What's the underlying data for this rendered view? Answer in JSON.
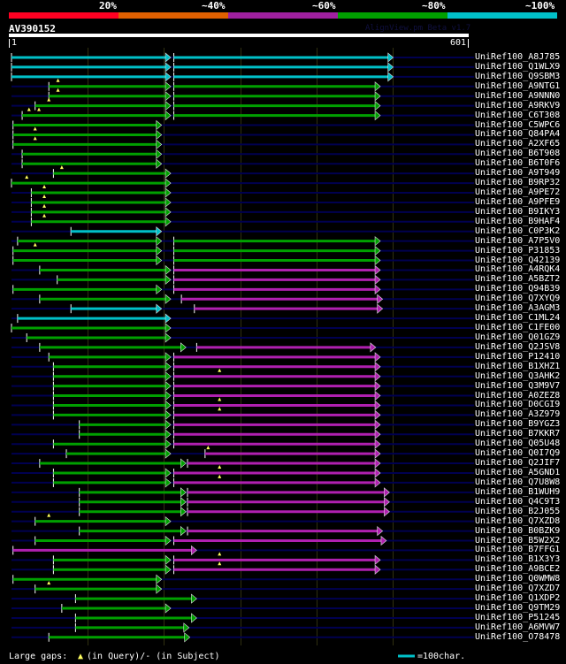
{
  "scale": {
    "labels": [
      "20%",
      "~40%",
      "~60%",
      "~80%",
      "~100%"
    ],
    "colors": [
      "#ff0022",
      "#e06000",
      "#a020a0",
      "#00a000",
      "#00c0c8"
    ]
  },
  "query": {
    "name": "AV390152",
    "start": "1",
    "end": "601",
    "length": 601
  },
  "watermark": "AlignView.pm Beta v1.7",
  "colors": {
    "c": "#00c0c8",
    "g": "#00a000",
    "m": "#b020b0",
    "marker": "#ffff60",
    "track": "#000050",
    "grid": "#303010"
  },
  "legend": {
    "gaps_label": "Large gaps:",
    "gaps_text": "(in Query)/- (in Subject)",
    "scale_text": "=100char."
  },
  "hits": [
    {
      "name": "UniRef100_A8J785",
      "segs": [
        [
          1,
          210,
          "c"
        ],
        [
          214,
          502,
          "c"
        ]
      ],
      "gaps": []
    },
    {
      "name": "UniRef100_Q1WLX9",
      "segs": [
        [
          1,
          210,
          "c"
        ],
        [
          214,
          502,
          "c"
        ]
      ],
      "gaps": []
    },
    {
      "name": "UniRef100_Q9SBM3",
      "segs": [
        [
          1,
          210,
          "c"
        ],
        [
          214,
          502,
          "c"
        ]
      ],
      "gaps": []
    },
    {
      "name": "UniRef100_A9NTG1",
      "segs": [
        [
          50,
          210,
          "g"
        ],
        [
          214,
          485,
          "g"
        ]
      ],
      "gaps": [
        62
      ]
    },
    {
      "name": "UniRef100_A9NNN0",
      "segs": [
        [
          50,
          210,
          "g"
        ],
        [
          214,
          485,
          "g"
        ]
      ],
      "gaps": [
        62
      ]
    },
    {
      "name": "UniRef100_A9RKV9",
      "segs": [
        [
          32,
          210,
          "g"
        ],
        [
          214,
          485,
          "g"
        ]
      ],
      "gaps": [
        50
      ]
    },
    {
      "name": "UniRef100_C6T308",
      "segs": [
        [
          15,
          210,
          "g"
        ],
        [
          214,
          485,
          "g"
        ]
      ],
      "gaps": [
        24,
        37
      ]
    },
    {
      "name": "UniRef100_C5WPC6",
      "segs": [
        [
          3,
          198,
          "g"
        ]
      ],
      "gaps": []
    },
    {
      "name": "UniRef100_Q84PA4",
      "segs": [
        [
          3,
          198,
          "g"
        ]
      ],
      "gaps": [
        32
      ]
    },
    {
      "name": "UniRef100_A2XF65",
      "segs": [
        [
          3,
          198,
          "g"
        ]
      ],
      "gaps": [
        32
      ]
    },
    {
      "name": "UniRef100_B6T908",
      "segs": [
        [
          15,
          198,
          "g"
        ]
      ],
      "gaps": []
    },
    {
      "name": "UniRef100_B6T0F6",
      "segs": [
        [
          15,
          198,
          "g"
        ]
      ],
      "gaps": []
    },
    {
      "name": "UniRef100_A9T949",
      "segs": [
        [
          56,
          210,
          "g"
        ]
      ],
      "gaps": [
        67
      ]
    },
    {
      "name": "UniRef100_B9RP32",
      "segs": [
        [
          1,
          210,
          "g"
        ]
      ],
      "gaps": [
        21
      ]
    },
    {
      "name": "UniRef100_A9PE72",
      "segs": [
        [
          27,
          210,
          "g"
        ]
      ],
      "gaps": [
        44
      ]
    },
    {
      "name": "UniRef100_A9PFE9",
      "segs": [
        [
          27,
          210,
          "g"
        ]
      ],
      "gaps": [
        44
      ]
    },
    {
      "name": "UniRef100_B9IKY3",
      "segs": [
        [
          27,
          210,
          "g"
        ]
      ],
      "gaps": [
        44
      ]
    },
    {
      "name": "UniRef100_B9HAF4",
      "segs": [
        [
          27,
          210,
          "g"
        ]
      ],
      "gaps": [
        44
      ]
    },
    {
      "name": "UniRef100_C0P3K2",
      "segs": [
        [
          79,
          198,
          "c"
        ]
      ],
      "gaps": []
    },
    {
      "name": "UniRef100_A7P5V0",
      "segs": [
        [
          9,
          198,
          "g"
        ],
        [
          214,
          485,
          "g"
        ]
      ],
      "gaps": []
    },
    {
      "name": "UniRef100_P31853",
      "segs": [
        [
          3,
          198,
          "g"
        ],
        [
          214,
          485,
          "g"
        ]
      ],
      "gaps": [
        32
      ]
    },
    {
      "name": "UniRef100_Q42139",
      "segs": [
        [
          3,
          198,
          "g"
        ],
        [
          214,
          485,
          "g"
        ]
      ],
      "gaps": []
    },
    {
      "name": "UniRef100_A4RQK4",
      "segs": [
        [
          38,
          210,
          "g"
        ],
        [
          214,
          485,
          "m"
        ]
      ],
      "gaps": []
    },
    {
      "name": "UniRef100_A5BZT2",
      "segs": [
        [
          61,
          210,
          "g"
        ],
        [
          214,
          485,
          "m"
        ]
      ],
      "gaps": []
    },
    {
      "name": "UniRef100_Q94B39",
      "segs": [
        [
          3,
          198,
          "g"
        ],
        [
          214,
          485,
          "m"
        ]
      ],
      "gaps": []
    },
    {
      "name": "UniRef100_Q7XYQ9",
      "segs": [
        [
          38,
          210,
          "g"
        ],
        [
          224,
          488,
          "m"
        ]
      ],
      "gaps": []
    },
    {
      "name": "UniRef100_A3AGM3",
      "segs": [
        [
          79,
          198,
          "c"
        ],
        [
          241,
          488,
          "m"
        ]
      ],
      "gaps": []
    },
    {
      "name": "UniRef100_C1ML24",
      "segs": [
        [
          9,
          210,
          "c"
        ]
      ],
      "gaps": []
    },
    {
      "name": "UniRef100_C1FE00",
      "segs": [
        [
          1,
          210,
          "g"
        ]
      ],
      "gaps": []
    },
    {
      "name": "UniRef100_Q01GZ9",
      "segs": [
        [
          21,
          210,
          "g"
        ]
      ],
      "gaps": []
    },
    {
      "name": "UniRef100_Q2JSV8",
      "segs": [
        [
          38,
          230,
          "g"
        ],
        [
          244,
          479,
          "m"
        ]
      ],
      "gaps": []
    },
    {
      "name": "UniRef100_P12410",
      "segs": [
        [
          50,
          210,
          "g"
        ],
        [
          214,
          485,
          "m"
        ]
      ],
      "gaps": []
    },
    {
      "name": "UniRef100_B1XHZ1",
      "segs": [
        [
          56,
          210,
          "g"
        ],
        [
          214,
          485,
          "m"
        ]
      ],
      "gaps": []
    },
    {
      "name": "UniRef100_Q3AHK2",
      "segs": [
        [
          56,
          210,
          "g"
        ],
        [
          214,
          485,
          "m"
        ]
      ],
      "gaps": [
        274
      ]
    },
    {
      "name": "UniRef100_Q3M9V7",
      "segs": [
        [
          56,
          210,
          "g"
        ],
        [
          214,
          485,
          "m"
        ]
      ],
      "gaps": []
    },
    {
      "name": "UniRef100_A0ZEZ8",
      "segs": [
        [
          56,
          210,
          "g"
        ],
        [
          214,
          485,
          "m"
        ]
      ],
      "gaps": []
    },
    {
      "name": "UniRef100_D0CGI9",
      "segs": [
        [
          56,
          210,
          "g"
        ],
        [
          214,
          485,
          "m"
        ]
      ],
      "gaps": [
        274
      ]
    },
    {
      "name": "UniRef100_A3Z979",
      "segs": [
        [
          56,
          210,
          "g"
        ],
        [
          214,
          485,
          "m"
        ]
      ],
      "gaps": [
        274
      ]
    },
    {
      "name": "UniRef100_B9YGZ3",
      "segs": [
        [
          90,
          210,
          "g"
        ],
        [
          214,
          485,
          "m"
        ]
      ],
      "gaps": []
    },
    {
      "name": "UniRef100_B7KKR7",
      "segs": [
        [
          90,
          210,
          "g"
        ],
        [
          214,
          485,
          "m"
        ]
      ],
      "gaps": []
    },
    {
      "name": "UniRef100_Q05U48",
      "segs": [
        [
          56,
          210,
          "g"
        ],
        [
          214,
          485,
          "m"
        ]
      ],
      "gaps": []
    },
    {
      "name": "UniRef100_Q0I7Q9",
      "segs": [
        [
          73,
          210,
          "g"
        ],
        [
          255,
          485,
          "m"
        ]
      ],
      "gaps": [
        259
      ]
    },
    {
      "name": "UniRef100_Q2JIF7",
      "segs": [
        [
          38,
          230,
          "g"
        ],
        [
          232,
          485,
          "m"
        ]
      ],
      "gaps": []
    },
    {
      "name": "UniRef100_A5GND1",
      "segs": [
        [
          56,
          210,
          "g"
        ],
        [
          214,
          485,
          "m"
        ]
      ],
      "gaps": [
        274
      ]
    },
    {
      "name": "UniRef100_Q7U8W8",
      "segs": [
        [
          56,
          210,
          "g"
        ],
        [
          214,
          485,
          "m"
        ]
      ],
      "gaps": [
        274
      ]
    },
    {
      "name": "UniRef100_B1WUH9",
      "segs": [
        [
          90,
          230,
          "g"
        ],
        [
          232,
          497,
          "m"
        ]
      ],
      "gaps": []
    },
    {
      "name": "UniRef100_Q4C9T3",
      "segs": [
        [
          90,
          230,
          "g"
        ],
        [
          232,
          497,
          "m"
        ]
      ],
      "gaps": []
    },
    {
      "name": "UniRef100_B2J055",
      "segs": [
        [
          90,
          230,
          "g"
        ],
        [
          232,
          497,
          "m"
        ]
      ],
      "gaps": []
    },
    {
      "name": "UniRef100_Q7XZD8",
      "segs": [
        [
          32,
          210,
          "g"
        ]
      ],
      "gaps": [
        50
      ]
    },
    {
      "name": "UniRef100_B0BZK9",
      "segs": [
        [
          90,
          230,
          "g"
        ],
        [
          232,
          488,
          "m"
        ]
      ],
      "gaps": []
    },
    {
      "name": "UniRef100_B5W2X2",
      "segs": [
        [
          32,
          210,
          "g"
        ],
        [
          214,
          493,
          "m"
        ]
      ],
      "gaps": []
    },
    {
      "name": "UniRef100_B7FFG1",
      "segs": [
        [
          3,
          244,
          "m"
        ]
      ],
      "gaps": []
    },
    {
      "name": "UniRef100_B1X3Y3",
      "segs": [
        [
          56,
          210,
          "g"
        ],
        [
          214,
          485,
          "m"
        ]
      ],
      "gaps": [
        274
      ]
    },
    {
      "name": "UniRef100_A9BCE2",
      "segs": [
        [
          56,
          210,
          "g"
        ],
        [
          214,
          485,
          "m"
        ]
      ],
      "gaps": [
        274
      ]
    },
    {
      "name": "UniRef100_Q0WMW8",
      "segs": [
        [
          3,
          198,
          "g"
        ]
      ],
      "gaps": []
    },
    {
      "name": "UniRef100_Q7XZD7",
      "segs": [
        [
          32,
          198,
          "g"
        ]
      ],
      "gaps": [
        50
      ]
    },
    {
      "name": "UniRef100_Q1XDP2",
      "segs": [
        [
          85,
          244,
          "g"
        ]
      ],
      "gaps": []
    },
    {
      "name": "UniRef100_Q9TM29",
      "segs": [
        [
          67,
          210,
          "g"
        ]
      ],
      "gaps": []
    },
    {
      "name": "UniRef100_P51245",
      "segs": [
        [
          85,
          244,
          "g"
        ]
      ],
      "gaps": []
    },
    {
      "name": "UniRef100_A6MVW7",
      "segs": [
        [
          85,
          234,
          "g"
        ]
      ],
      "gaps": []
    },
    {
      "name": "UniRef100_O78478",
      "segs": [
        [
          50,
          235,
          "g"
        ]
      ],
      "gaps": []
    }
  ]
}
